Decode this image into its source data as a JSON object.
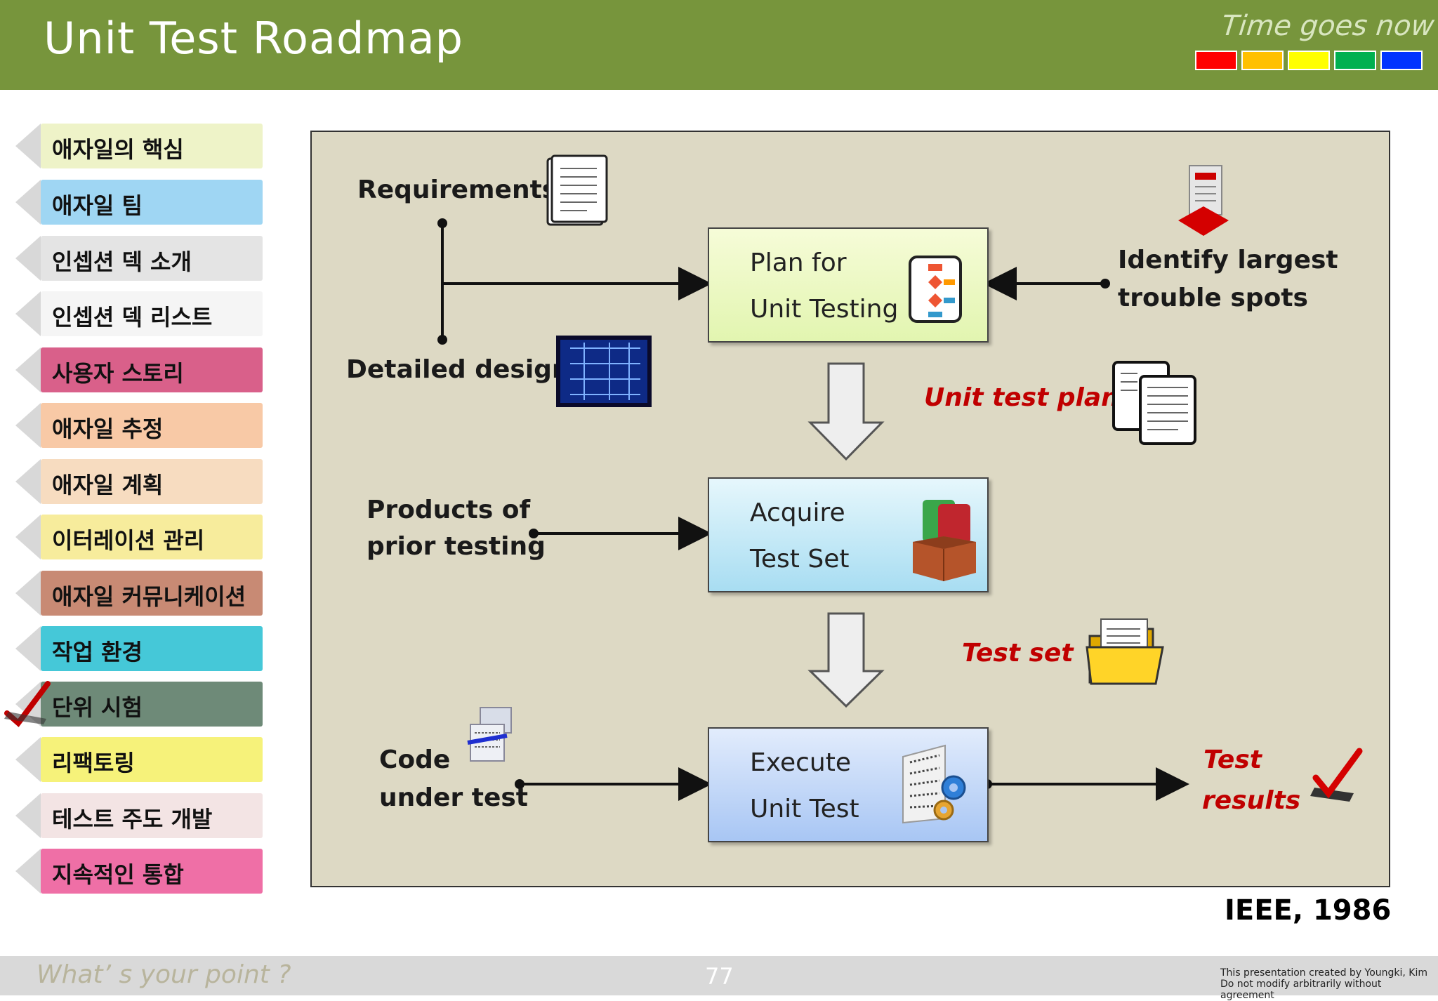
{
  "header": {
    "title": "Unit Test Roadmap",
    "tagline": "Time goes now",
    "timeline_colors": [
      "#ff0000",
      "#ffc000",
      "#ffff00",
      "#00b050",
      "#0033ff"
    ]
  },
  "sidebar": {
    "items": [
      {
        "label": "애자일의 핵심",
        "color": "#eef3c8",
        "active": false
      },
      {
        "label": "애자일 팀",
        "color": "#9fd6f3",
        "active": false
      },
      {
        "label": "인셉션 덱 소개",
        "color": "#e4e4e4",
        "active": false
      },
      {
        "label": "인셉션 덱 리스트",
        "color": "#f5f5f5",
        "active": false
      },
      {
        "label": "사용자 스토리",
        "color": "#d9608a",
        "active": false
      },
      {
        "label": "애자일 추정",
        "color": "#f8c9a6",
        "active": false
      },
      {
        "label": "애자일 계획",
        "color": "#f7dcc0",
        "active": false
      },
      {
        "label": "이터레이션 관리",
        "color": "#f7ec9c",
        "active": false
      },
      {
        "label": "애자일 커뮤니케이션",
        "color": "#c88a74",
        "active": false
      },
      {
        "label": "작업 환경",
        "color": "#45c8d8",
        "active": false
      },
      {
        "label": "단위 시험",
        "color": "#6e8a78",
        "active": true
      },
      {
        "label": "리팩토링",
        "color": "#f6f27a",
        "active": false
      },
      {
        "label": "테스트 주도 개발",
        "color": "#f3e4e4",
        "active": false
      },
      {
        "label": "지속적인 통합",
        "color": "#ef6fa6",
        "active": false
      }
    ]
  },
  "diagram": {
    "inputs": {
      "requirements": "Requirements",
      "detailed_design": "Detailed design",
      "identify_line1": "Identify largest",
      "identify_line2": "trouble spots",
      "products_line1": "Products of",
      "products_line2": "prior testing",
      "code_line1": "Code",
      "code_line2": "under test"
    },
    "boxes": {
      "plan_line1": "Plan for",
      "plan_line2": "Unit Testing",
      "acquire_line1": "Acquire",
      "acquire_line2": "Test Set",
      "execute_line1": "Execute",
      "execute_line2": "Unit Test"
    },
    "outputs": {
      "unit_test_plan": "Unit test plan",
      "test_set": "Test set",
      "results_line1": "Test",
      "results_line2": "results"
    },
    "source": "IEEE, 1986"
  },
  "footer": {
    "tagline": "What’ s your point ?",
    "page_number": "77",
    "credit_line1": "This presentation created by  Youngki, Kim",
    "credit_line2": "Do not modify arbitrarily without agreement"
  }
}
